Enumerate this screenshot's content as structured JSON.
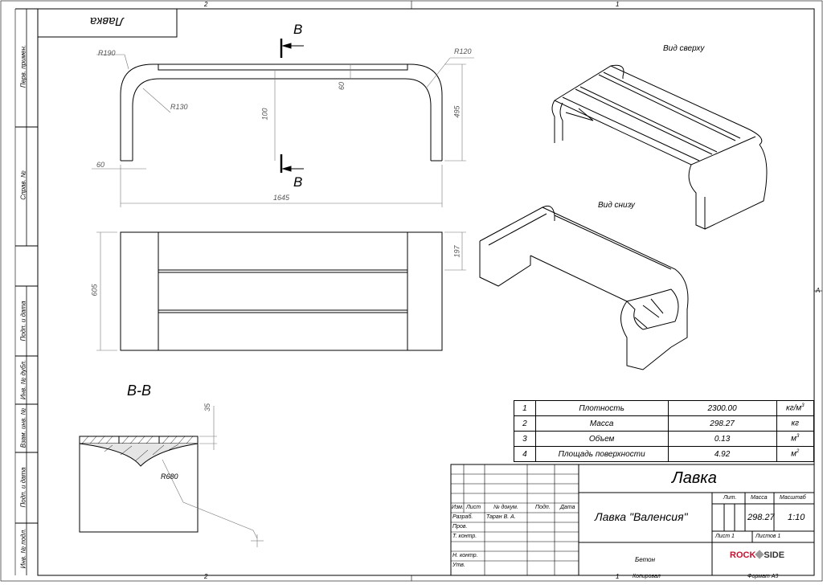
{
  "sheet": {
    "corner_title": "Лавка",
    "zone_top_2": "2",
    "zone_top_1": "1",
    "zone_bottom_2": "2",
    "zone_bottom_1": "1",
    "zone_right_a": "A",
    "side_labels": [
      "Перв. примен.",
      "Справ. №",
      "Подп. и дата",
      "Инв. № дубл.",
      "Взам. инв. №",
      "Подп. и дата",
      "Инв. № подл."
    ]
  },
  "views": {
    "section_letter_top": "B",
    "section_letter_bottom": "B",
    "section_title": "B-B",
    "view_top_label": "Вид сверху",
    "view_bottom_label": "Вид снизу",
    "dims": {
      "r190": "R190",
      "r130": "R130",
      "r120": "R120",
      "d60_top": "60",
      "d100": "100",
      "d495": "495",
      "d60_side": "60",
      "d1645": "1645",
      "d605": "605",
      "d197": "197",
      "d35": "35",
      "r680": "R680"
    }
  },
  "properties": [
    {
      "n": "1",
      "name": "Плотность",
      "value": "2300.00",
      "unit": "кг/м",
      "sup": "3"
    },
    {
      "n": "2",
      "name": "Масса",
      "value": "298.27",
      "unit": "кг",
      "sup": ""
    },
    {
      "n": "3",
      "name": "Объем",
      "value": "0.13",
      "unit": "м",
      "sup": "3"
    },
    {
      "n": "4",
      "name": "Площадь поверхности",
      "value": "4.92",
      "unit": "м",
      "sup": "2"
    }
  ],
  "title_block": {
    "doc_code": "Лавка",
    "name": "Лавка \"Валенсия\"",
    "col_izm": "Изм.",
    "col_list": "Лист",
    "col_doc": "№ докум.",
    "col_podp": "Подп.",
    "col_data": "Дата",
    "row_razrab": "Разраб.",
    "razrab_name": "Таран В. А.",
    "row_prov": "Пров.",
    "row_tkontr": "Т. контр.",
    "row_nkontr": "Н. контр.",
    "row_utv": "Утв.",
    "lit_label": "Лит.",
    "mass_label": "Масса",
    "scale_label": "Масштаб",
    "mass_value": "298.27",
    "scale_value": "1:10",
    "sheet_label": "Лист 1",
    "sheets_label": "Листов 1",
    "material": "Бетон",
    "logo_left": "ROCK",
    "logo_right": "SIDE",
    "copied": "Копировал",
    "format": "Формат А3"
  }
}
